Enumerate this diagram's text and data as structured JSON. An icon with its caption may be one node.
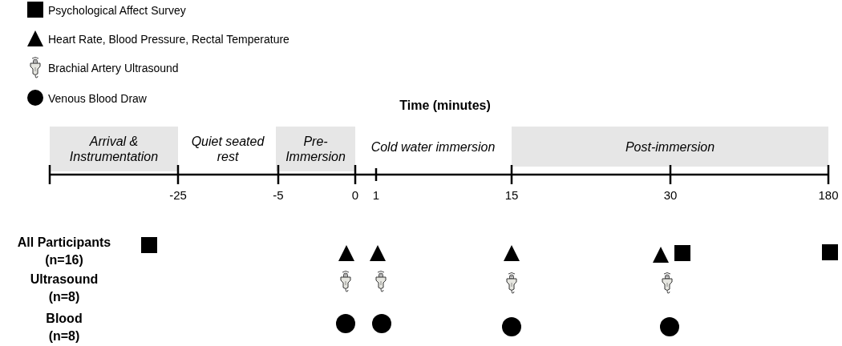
{
  "diagram": {
    "title": "Time (minutes)",
    "nodes": [
      {
        "text": [
          "Arrival & Instrumentation"
        ]
      },
      {
        "text": [
          "Quiet seated rest"
        ]
      },
      {
        "text": [
          "Pre-Immersion"
        ]
      },
      {
        "text": [
          "Cold water immersion"
        ]
      },
      {
        "text": [
          "Post-immersion"
        ]
      }
    ],
    "labels": [
      "-25",
      "-5",
      "0",
      "1",
      "15",
      "30",
      "180",
      "All Participants (n=16)",
      "Ultrasound (n=8)",
      "Blood (n=8)"
    ],
    "legend": [
      {
        "text": "Psychological Affect Survey"
      },
      {
        "text": "Heart Rate, Blood Pressure, Rectal Temperature"
      },
      {
        "text": "Brachial Artery Ultrasound"
      },
      {
        "text": "Venous Blood Draw"
      }
    ]
  }
}
